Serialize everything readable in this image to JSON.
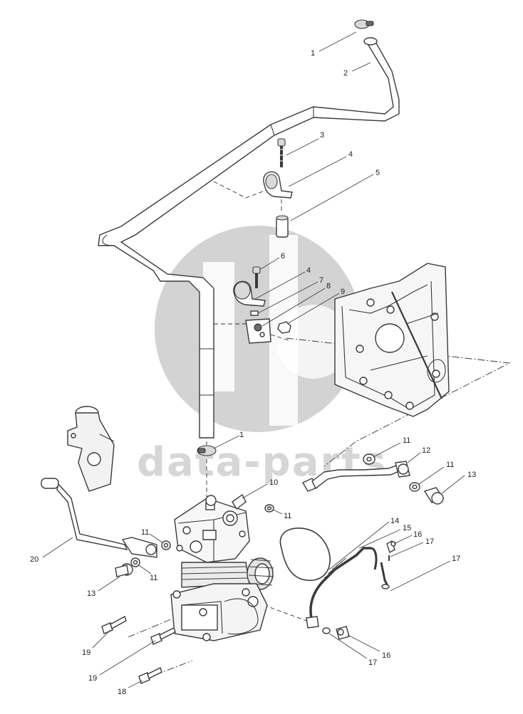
{
  "watermark": {
    "text": "data-parts",
    "color": "#c8c8c8"
  },
  "callouts": [
    {
      "id": "c1a",
      "label": "1"
    },
    {
      "id": "c2",
      "label": "2"
    },
    {
      "id": "c3",
      "label": "3"
    },
    {
      "id": "c4a",
      "label": "4"
    },
    {
      "id": "c5",
      "label": "5"
    },
    {
      "id": "c6",
      "label": "6"
    },
    {
      "id": "c4b",
      "label": "4"
    },
    {
      "id": "c7",
      "label": "7"
    },
    {
      "id": "c8",
      "label": "8"
    },
    {
      "id": "c9",
      "label": "9"
    },
    {
      "id": "c1b",
      "label": "1"
    },
    {
      "id": "c11a",
      "label": "11"
    },
    {
      "id": "c12",
      "label": "12"
    },
    {
      "id": "c11b",
      "label": "11"
    },
    {
      "id": "c13a",
      "label": "13"
    },
    {
      "id": "c10",
      "label": "10"
    },
    {
      "id": "c11c",
      "label": "11"
    },
    {
      "id": "c20",
      "label": "20"
    },
    {
      "id": "c11d",
      "label": "11"
    },
    {
      "id": "c11e",
      "label": "11"
    },
    {
      "id": "c13b",
      "label": "13"
    },
    {
      "id": "c14",
      "label": "14"
    },
    {
      "id": "c15",
      "label": "15"
    },
    {
      "id": "c16a",
      "label": "16"
    },
    {
      "id": "c17a",
      "label": "17"
    },
    {
      "id": "c17b",
      "label": "17"
    },
    {
      "id": "c19a",
      "label": "19"
    },
    {
      "id": "c19b",
      "label": "19"
    },
    {
      "id": "c18",
      "label": "18"
    },
    {
      "id": "c16b",
      "label": "16"
    },
    {
      "id": "c17c",
      "label": "17"
    }
  ]
}
